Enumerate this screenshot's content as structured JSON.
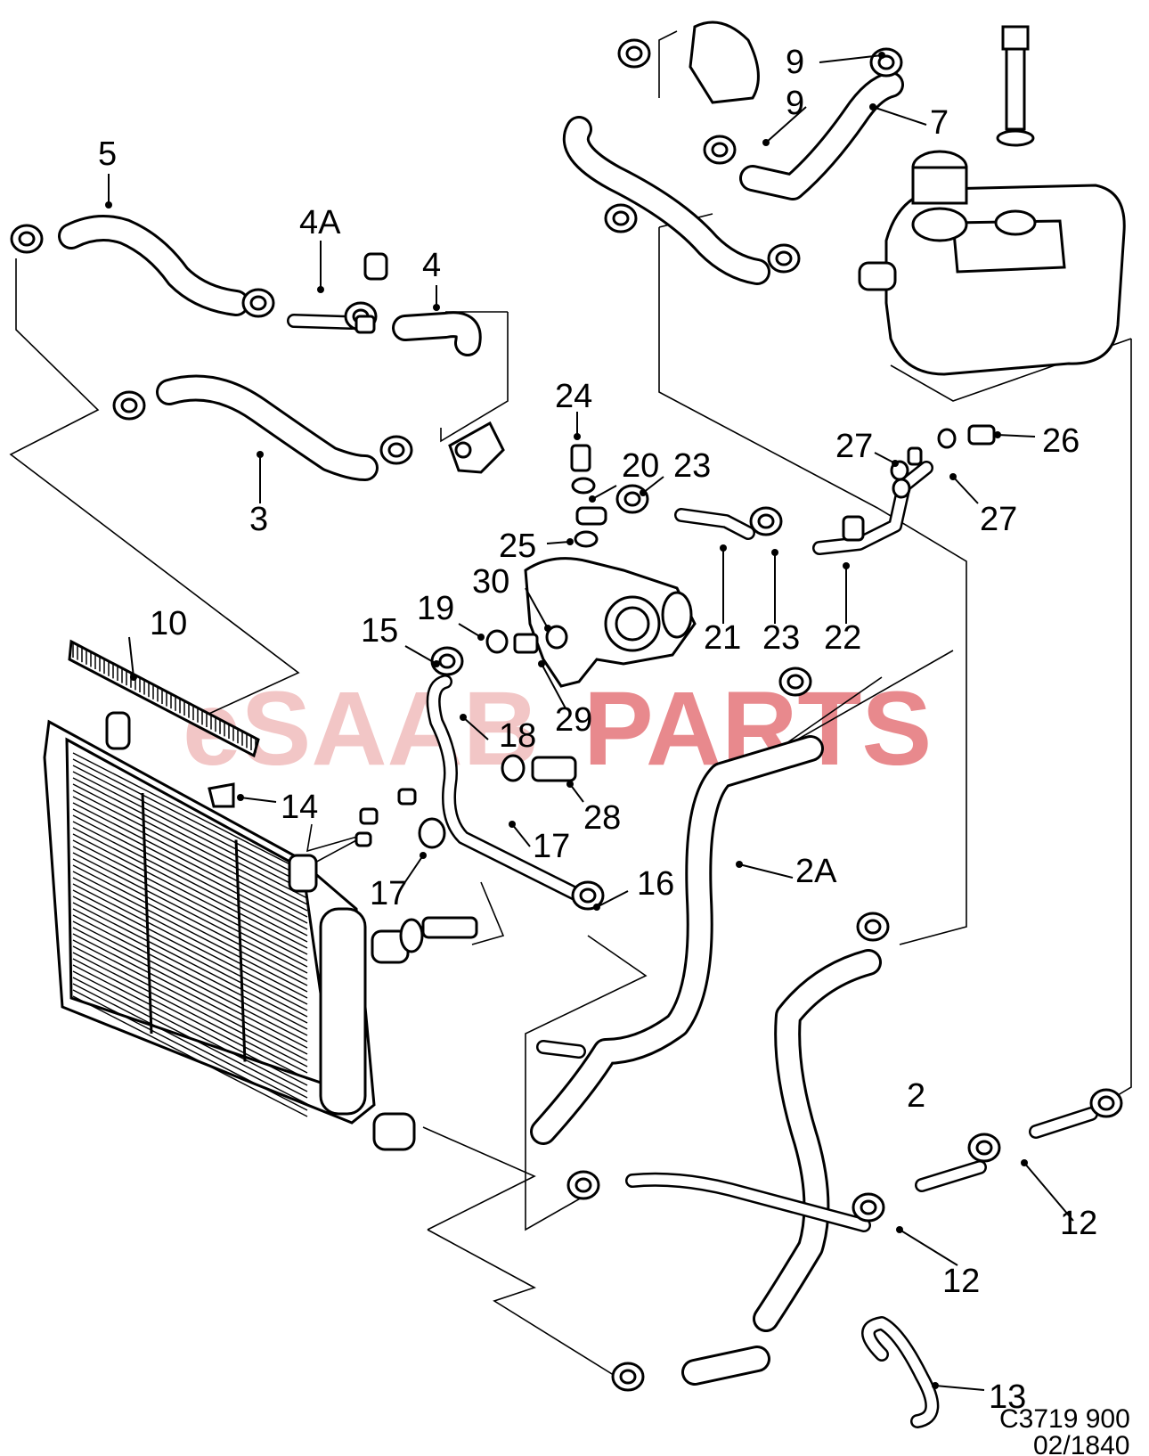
{
  "watermark": {
    "left": "eSAAB",
    "right": "PARTS",
    "left_color": "#f2c6c6",
    "right_color": "#e8898d"
  },
  "footer": {
    "code": "C3719 900",
    "date": "02/1840"
  },
  "callouts": {
    "c2": "2",
    "c2a": "2A",
    "c3": "3",
    "c4": "4",
    "c4a": "4A",
    "c5": "5",
    "c7": "7",
    "c9a": "9",
    "c9b": "9",
    "c10": "10",
    "c12a": "12",
    "c12b": "12",
    "c13": "13",
    "c14": "14",
    "c15": "15",
    "c16": "16",
    "c17a": "17",
    "c17b": "17",
    "c18": "18",
    "c19": "19",
    "c20": "20",
    "c21": "21",
    "c22": "22",
    "c23a": "23",
    "c23b": "23",
    "c24": "24",
    "c25": "25",
    "c26": "26",
    "c27a": "27",
    "c27b": "27",
    "c28": "28",
    "c29": "29",
    "c30": "30"
  }
}
